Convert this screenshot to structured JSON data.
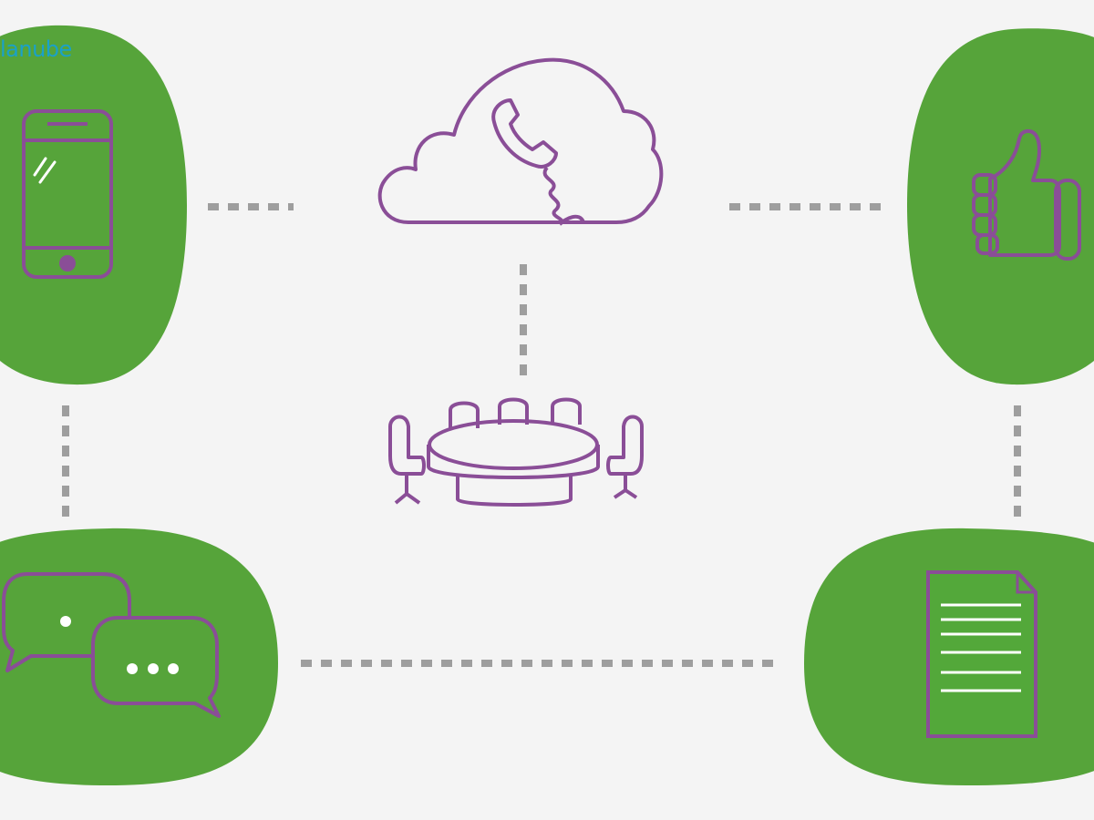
{
  "brand": {
    "text": "lanube"
  },
  "colors": {
    "background": "#f4f4f4",
    "node_fill": "#56a43a",
    "icon_stroke": "#8a4e97",
    "connector": "#9e9e9e",
    "brand_text": "#1aa1c8",
    "doc_fill": "#53a83a",
    "doc_lines": "#ffffff"
  },
  "nodes": [
    {
      "id": "mobile",
      "icon": "smartphone-icon"
    },
    {
      "id": "approval",
      "icon": "thumbs-up-icon"
    },
    {
      "id": "chat",
      "icon": "chat-bubbles-icon"
    },
    {
      "id": "documents",
      "icon": "document-icon"
    }
  ],
  "center": [
    {
      "id": "cloud-telephony",
      "icon": "cloud-phone-icon"
    },
    {
      "id": "meeting",
      "icon": "conference-table-icon"
    }
  ]
}
